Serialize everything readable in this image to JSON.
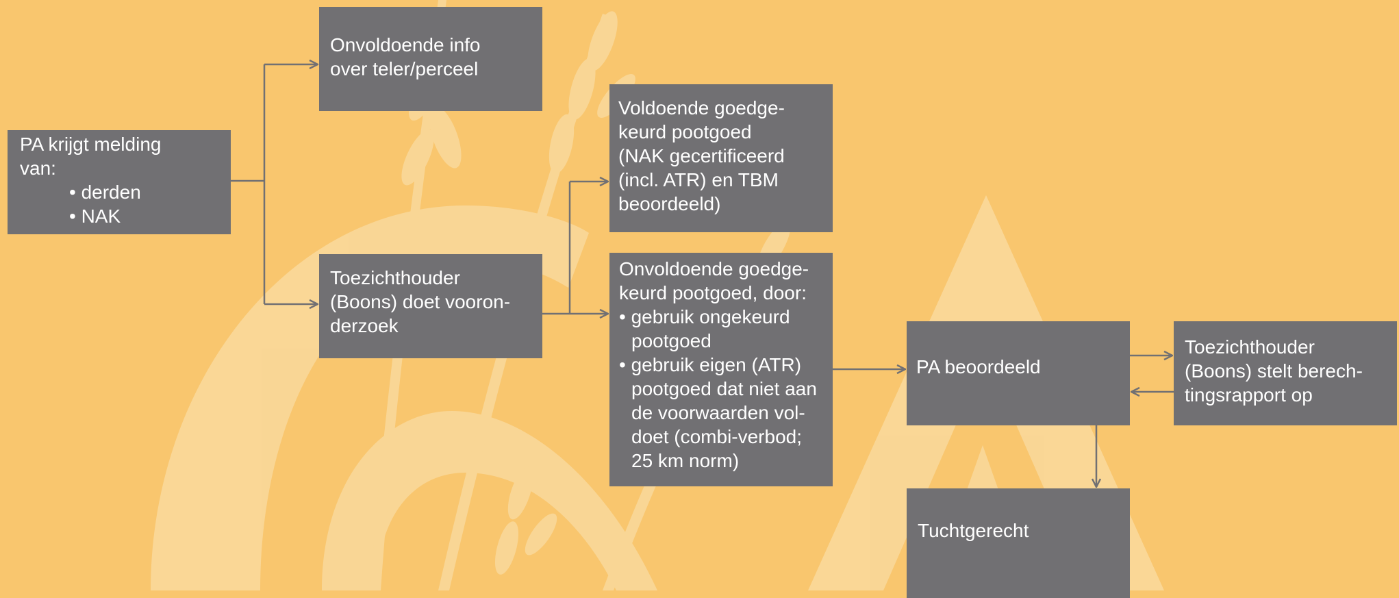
{
  "colors": {
    "background": "#F9C66E",
    "decor": "#FAD89A",
    "box_fill": "#717073",
    "box_text": "#FFFFFF",
    "connector": "#717073"
  },
  "boxes": {
    "melding": {
      "lines": [
        "PA krijgt melding",
        "van:"
      ],
      "bullets": [
        "• derden",
        "• NAK"
      ]
    },
    "onvoldoende_info": {
      "lines": [
        "Onvoldoende info",
        "over teler/perceel"
      ]
    },
    "toezichthouder_vooronderzoek": {
      "lines": [
        "Toezichthouder",
        "(Boons) doet vooron-",
        "derzoek"
      ]
    },
    "voldoende_pootgoed": {
      "lines": [
        "Voldoende goedge-",
        "keurd pootgoed",
        "(NAK gecertificeerd",
        "(incl. ATR) en TBM",
        "beoordeeld)"
      ]
    },
    "onvoldoende_pootgoed": {
      "lines": [
        "Onvoldoende goedge-",
        "keurd pootgoed, door:"
      ],
      "bullet1": [
        "• gebruik ongekeurd",
        "pootgoed"
      ],
      "bullet2": [
        "• gebruik eigen (ATR)",
        "pootgoed dat niet aan",
        "de voorwaarden vol-",
        "doet (combi-verbod;",
        "25 km norm)"
      ]
    },
    "pa_beoordeeld": {
      "lines": [
        "PA beoordeeld"
      ]
    },
    "berechtingsrapport": {
      "lines": [
        "Toezichthouder",
        "(Boons) stelt berech-",
        "tingsrapport op"
      ]
    },
    "tuchtgerecht": {
      "lines": [
        "Tuchtgerecht"
      ]
    }
  }
}
